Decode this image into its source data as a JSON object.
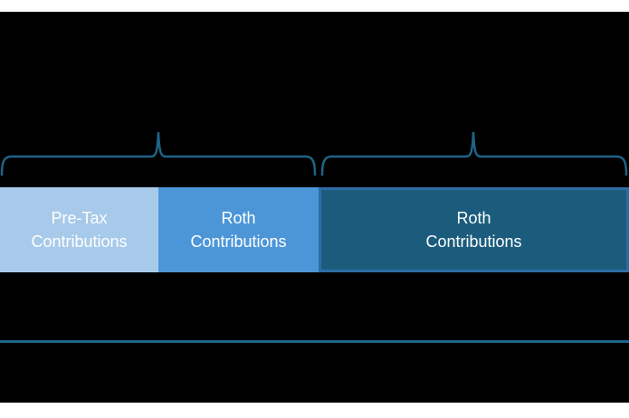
{
  "page": {
    "background": "#000000",
    "margin_color": "#ffffff"
  },
  "diagram": {
    "brace_color": "#1E6488",
    "separator_color": "#1E6488",
    "bar": {
      "segments": [
        {
          "label": "Pre-Tax\nContributions",
          "fill": "#A7CAEA",
          "text_color": "#ffffff"
        },
        {
          "label": "Roth\nContributions",
          "fill": "#4C96D8",
          "text_color": "#ffffff"
        },
        {
          "label": "Roth\nContributions",
          "fill": "#1B5C7D",
          "border_color": "#2E6DA4",
          "text_color": "#ffffff"
        }
      ]
    }
  }
}
